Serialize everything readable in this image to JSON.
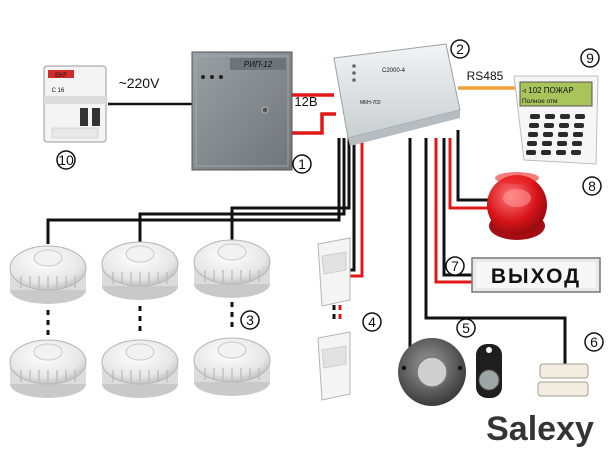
{
  "labels": {
    "voltage_ac": "~220V",
    "voltage_dc": "12B",
    "interface": "RS485",
    "psu_brand": "РИП-12",
    "controller_brand": "С2000-4",
    "controller_model": "МКН-702",
    "exit_sign": "ВЫХОД",
    "keypad_display_line1": "◃ 102 ПОЖАР",
    "keypad_display_line2": "Полное отм",
    "breaker_brand": "EKF",
    "breaker_rating": "C 16",
    "watermark": "Salexy"
  },
  "markers": {
    "psu": "1",
    "controller": "2",
    "smoke_detectors": "3",
    "motion_detectors": "4",
    "key_reader": "5",
    "magnetic_contact": "6",
    "exit_sign": "7",
    "siren": "8",
    "keypad": "9",
    "breaker": "10"
  },
  "colors": {
    "wire_power": "#e01818",
    "wire_signal": "#111111",
    "wire_bus": "#f2a23a",
    "exit_text": "#2e8a3c",
    "siren": "#d8141a",
    "watermark": "#1aa3e0"
  }
}
